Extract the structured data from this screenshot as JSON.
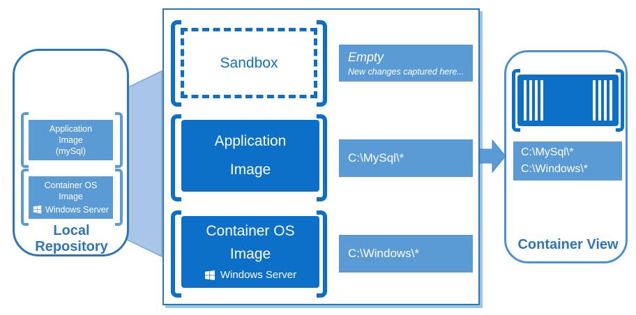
{
  "palette": {
    "primary_blue": "#0d70c8",
    "medium_blue": "#5b9bd5",
    "light_blue_funnel": "#a9c6e9",
    "panel_border": "#2e75b6",
    "view_border": "#4a90d9",
    "shadow_blue": "#9dc3e6"
  },
  "icons": {
    "windows_logo": "windows-logo-icon",
    "container": "container-icon",
    "flow_arrow": "right-arrow-icon",
    "funnel": "funnel-shape"
  },
  "local_repository": {
    "title": "Local Repository",
    "application_box": {
      "lines": [
        "Application",
        "Image",
        "(mySql)"
      ]
    },
    "os_box": {
      "lines": [
        "Container OS",
        "Image"
      ],
      "os_label": "Windows Server"
    }
  },
  "image_stack": {
    "sandbox": {
      "label": "Sandbox"
    },
    "application_image": {
      "lines": [
        "Application",
        "Image"
      ]
    },
    "container_os_image": {
      "lines": [
        "Container OS",
        "Image"
      ],
      "os_label": "Windows Server"
    }
  },
  "layer_labels": {
    "sandbox_title": "Empty",
    "sandbox_subtitle": "New changes captured here...",
    "application_path": "C:\\MySql\\*",
    "os_path": "C:\\Windows\\*"
  },
  "container_view": {
    "title": "Container View",
    "paths": [
      "C:\\MySql\\*",
      "C:\\Windows\\*"
    ]
  }
}
